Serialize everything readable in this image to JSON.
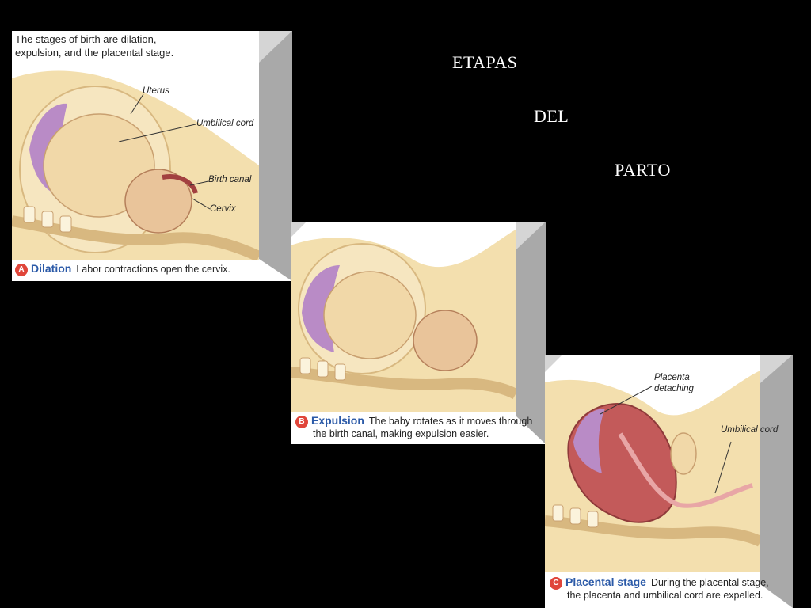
{
  "title": {
    "line1": "ETAPAS",
    "line2": "DEL",
    "line3": "PARTO"
  },
  "panels": [
    {
      "intro": "The stages of birth are dilation, expulsion, and the placental stage.",
      "labels": [
        "Uterus",
        "Umbilical cord",
        "Birth canal",
        "Cervix"
      ],
      "badge": "A",
      "stage": "Dilation",
      "description": "Labor contractions open the cervix."
    },
    {
      "badge": "B",
      "stage": "Expulsion",
      "description_line1": "The baby rotates as it moves through",
      "description_line2": "the birth canal, making expulsion easier."
    },
    {
      "labels": [
        "Placenta detaching",
        "Umbilical cord"
      ],
      "badge": "C",
      "stage": "Placental stage",
      "description_line1": "During the placental stage,",
      "description_line2": "the placenta and umbilical cord are expelled."
    }
  ],
  "colors": {
    "background": "#000000",
    "illustration": "#f3dfae",
    "frame": "#a9a9a9",
    "accent": "#2b5aa8"
  }
}
